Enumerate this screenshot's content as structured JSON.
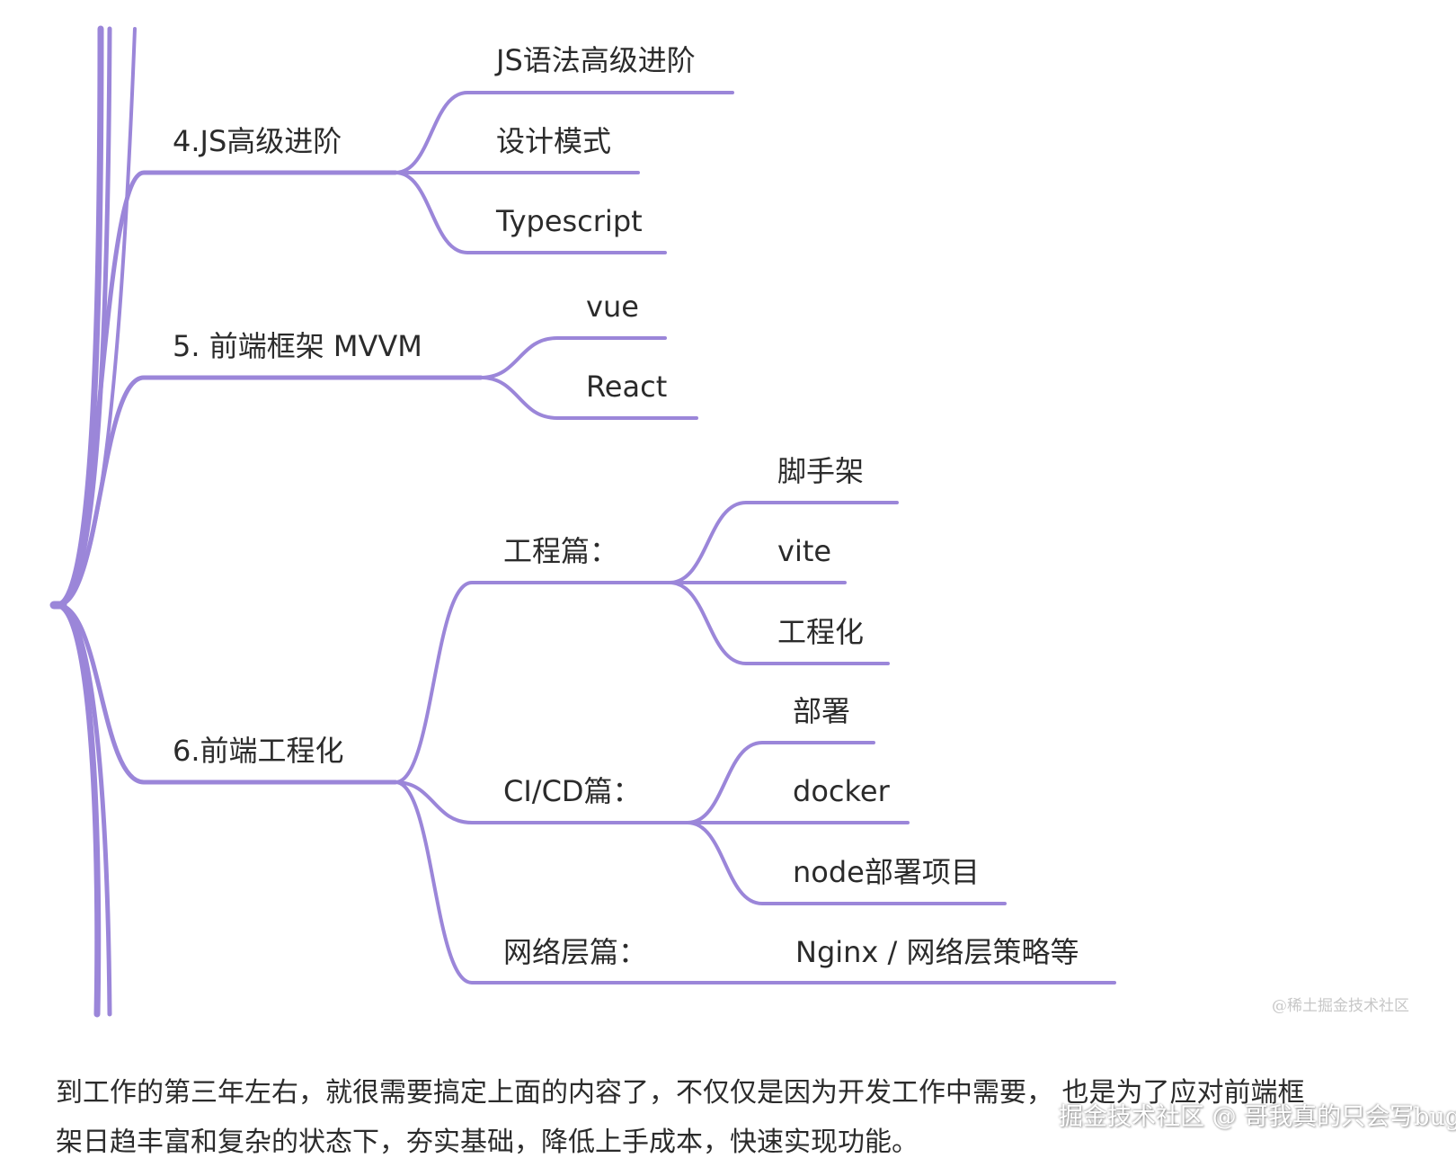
{
  "colors": {
    "branch": "#9b86d9",
    "text": "#2b2b2b",
    "watermark": "#c7c7c7"
  },
  "mindmap": {
    "nodes": {
      "n4": "4.JS高级进阶",
      "n4_1": "JS语法高级进阶",
      "n4_2": "设计模式",
      "n4_3": "Typescript",
      "n5": "5. 前端框架 MVVM",
      "n5_1": "vue",
      "n5_2": "React",
      "n6": "6.前端工程化",
      "n6_a": "工程篇：",
      "n6_a1": "脚手架",
      "n6_a2": "vite",
      "n6_a3": "工程化",
      "n6_b": "CI/CD篇：",
      "n6_b1": "部署",
      "n6_b2": "docker",
      "n6_b3": "node部署项目",
      "n6_c": "网络层篇：",
      "n6_c1": "Nginx / 网络层策略等"
    },
    "watermark": "@稀土掘金技术社区"
  },
  "article": {
    "line1": "到工作的第三年左右，就很需要搞定上面的内容了，不仅仅是因为开发工作中需要，  也是为了应对前端框",
    "line2": "架日趋丰富和复杂的状态下，夯实基础，降低上手成本，快速实现功能。"
  },
  "watermark_outer": "掘金技术社区 @ 哥我真的只会写bug"
}
